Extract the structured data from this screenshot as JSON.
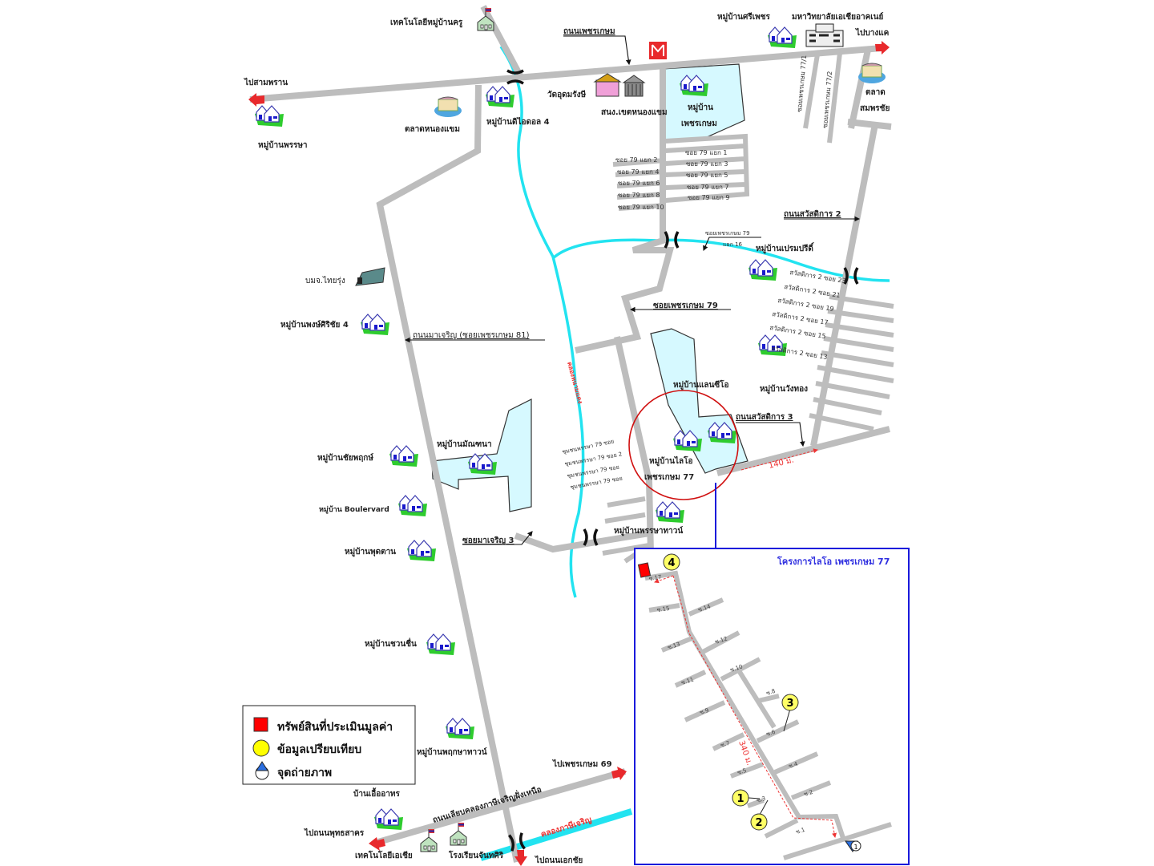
{
  "colors": {
    "road": "#bdbdbd",
    "canal": "#22e3f0",
    "zone": "#d6f9ff",
    "subject": "#ff0000",
    "comparable": "#ffff66",
    "inset_border": "#1a1adb",
    "circle": "#d01010"
  },
  "top": {
    "teacher_tech": "เทคโนโลยีหมู่บ้านครู",
    "phetkasem_rd": "ถนนเพชรเกษม",
    "to_sampran": "ไปสามพราน",
    "pansa_village": "หมู่บ้านพรรษา",
    "nongkhaem_market": "ตลาดหนองแขม",
    "idol4_village": "หมู่บ้านดิไอดอล 4",
    "wat": "วัดอุดมรังษี",
    "district_office": "สนง.เขตหนองแขม",
    "phetkasem_village_1": "หมู่บ้าน",
    "phetkasem_village_2": "เพชรเกษม",
    "sriphet_village": "หมู่บ้านศรีเพชร",
    "university": "มหาวิทยาลัยเอเชียอาคเนย์",
    "to_bangkhae": "ไปบางแค",
    "market_1": "ตลาด",
    "market_2": "สมพรชัย",
    "soi_77_1": "ซอยเพชรเกษม 77/1",
    "soi_77_2": "ซอยเพชรเกษม 77/2"
  },
  "soi79_branches": [
    "ซอย 79 แยก 1",
    "ซอย 79 แยก 2",
    "ซอย 79 แยก 3",
    "ซอย 79 แยก 4",
    "ซอย 79 แยก 5",
    "ซอย 79 แยก 6",
    "ซอย 79 แยก 7",
    "ซอย 79 แยก 8",
    "ซอย 79 แยก 9",
    "ซอย 79 แยก 10"
  ],
  "middle": {
    "sawatdikan2": "ถนนสวัสดิการ 2",
    "soi79_16_a": "ซอยเพชรเกษม 79",
    "soi79_16_b": "แยก 16",
    "premprida": "หมู่บ้านเปรมปรีดิ์",
    "soi_phetkasem79": "ซอยเพชรเกษม 79",
    "thairung": "บมจ.ไทยรุ่ง",
    "pongsirichai4": "หมู่บ้านพงษ์ศิริชัย 4",
    "macharoen_rd": "ถนนมาเจริญ (ซอยเพชรเกษม 81)",
    "canal_vertical": "คลองหนามแดง",
    "lancio": "หมู่บ้านแลนซีโอ",
    "wangthong": "หมู่บ้านวังทอง",
    "sawatdikan3": "ถนนสวัสดิการ 3",
    "lio_1": "หมู่บ้านไลโอ",
    "lio_2": "เพชรเกษม 77",
    "dist_140": "140 ม.",
    "pansa_town": "หมู่บ้านพรรษาทาวน์",
    "manthana": "หมู่บ้านมัณฑนา",
    "chaiyaphruek": "หมู่บ้านชัยพฤกษ์",
    "boulevard": "หมู่บ้าน Boulervard",
    "soi_macharoen3": "ซอยมาเจริญ 3",
    "phuttan": "หมู่บ้านพุดตาน"
  },
  "sawatdikan2_soi": [
    "สวัสดิการ 2 ซอย 23",
    "สวัสดิการ 2 ซอย 21",
    "สวัสดิการ 2 ซอย 19",
    "สวัสดิการ 2 ซอย 17",
    "สวัสดิการ 2 ซอย 15",
    "สวัสดิการ 2 ซอย 13"
  ],
  "chumchon": [
    "ชุมชนพรรษา 79 ซอย",
    "ชุมชนพรรษา 79 ซอย 2",
    "ชุมชนพรรษา 79 ซอย",
    "ชุมชนพรรษา 79 ซอย"
  ],
  "bottom": {
    "chuanchuen": "หมู่บ้านชวนชื่น",
    "pruksa_town": "หมู่บ้านพฤกษาทาวน์",
    "to_phetkasem69": "ไปเพชรเกษม 69",
    "euaarthorn": "บ้านเอื้ออาทร",
    "canal_road": "ถนนเลียบคลองภาษีเจริญฝั่งเหนือ",
    "to_phutthasakhon": "ไปถนนพุทธสาคร",
    "asia_tech": "เทคโนโลยีเอเชีย",
    "chantasiri_school": "โรงเรียนจันทศิริ",
    "to_ekkachai": "ไปถนนเอกชัย",
    "phasi_charoen_canal": "คลองภาษีเจริญ"
  },
  "legend": {
    "items": [
      {
        "label": "ทรัพย์สินที่ประเมินมูลค่า",
        "icon": "red-square"
      },
      {
        "label": "ข้อมูลเปรียบเทียบ",
        "icon": "yellow-circle"
      },
      {
        "label": "จุดถ่ายภาพ",
        "icon": "photo-point"
      }
    ]
  },
  "inset": {
    "title": "โครงการไลโอ เพชรเกษม 77",
    "distance": "340 ม.",
    "markers": [
      "1",
      "2",
      "3",
      "4"
    ],
    "photo_point": "1",
    "soi_labels": [
      "ซ.1",
      "ซ.2",
      "ซ.3",
      "ซ.4",
      "ซ.5",
      "ซ.6",
      "ซ.7",
      "ซ.8",
      "ซ.9",
      "ซ.10",
      "ซ.11",
      "ซ.12",
      "ซ.13",
      "ซ.14",
      "ซ.15",
      "ซ.17"
    ]
  }
}
